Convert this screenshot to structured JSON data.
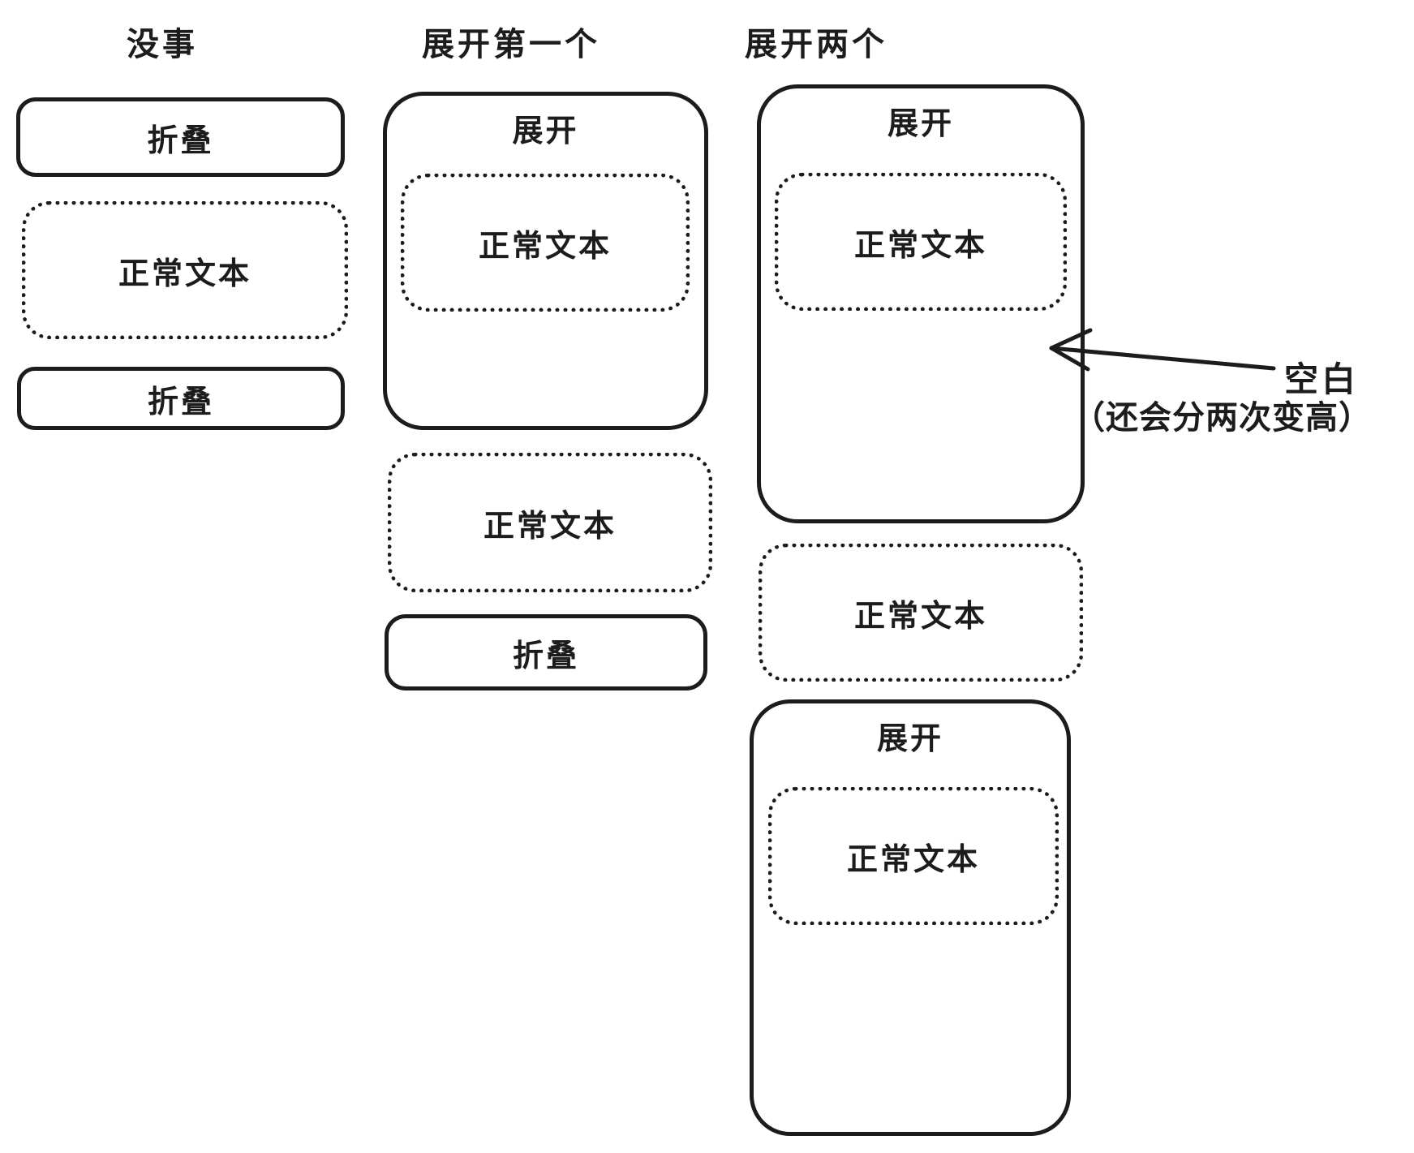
{
  "colors": {
    "ink": "#1c1c1c",
    "background": "#ffffff"
  },
  "columns": [
    {
      "title": "没事",
      "boxes": [
        {
          "type": "collapsed",
          "label": "折叠"
        },
        {
          "type": "normal",
          "label": "正常文本"
        },
        {
          "type": "collapsed",
          "label": "折叠"
        }
      ]
    },
    {
      "title": "展开第一个",
      "boxes": [
        {
          "type": "expanded",
          "header": "展开",
          "inner_label": "正常文本"
        },
        {
          "type": "normal",
          "label": "正常文本"
        },
        {
          "type": "collapsed",
          "label": "折叠"
        }
      ]
    },
    {
      "title": "展开两个",
      "boxes": [
        {
          "type": "expanded",
          "header": "展开",
          "inner_label": "正常文本"
        },
        {
          "type": "normal",
          "label": "正常文本"
        },
        {
          "type": "expanded",
          "header": "展开",
          "inner_label": "正常文本"
        }
      ]
    }
  ],
  "annotation": {
    "label": "空白",
    "sublabel": "（还会分两次变高）"
  }
}
